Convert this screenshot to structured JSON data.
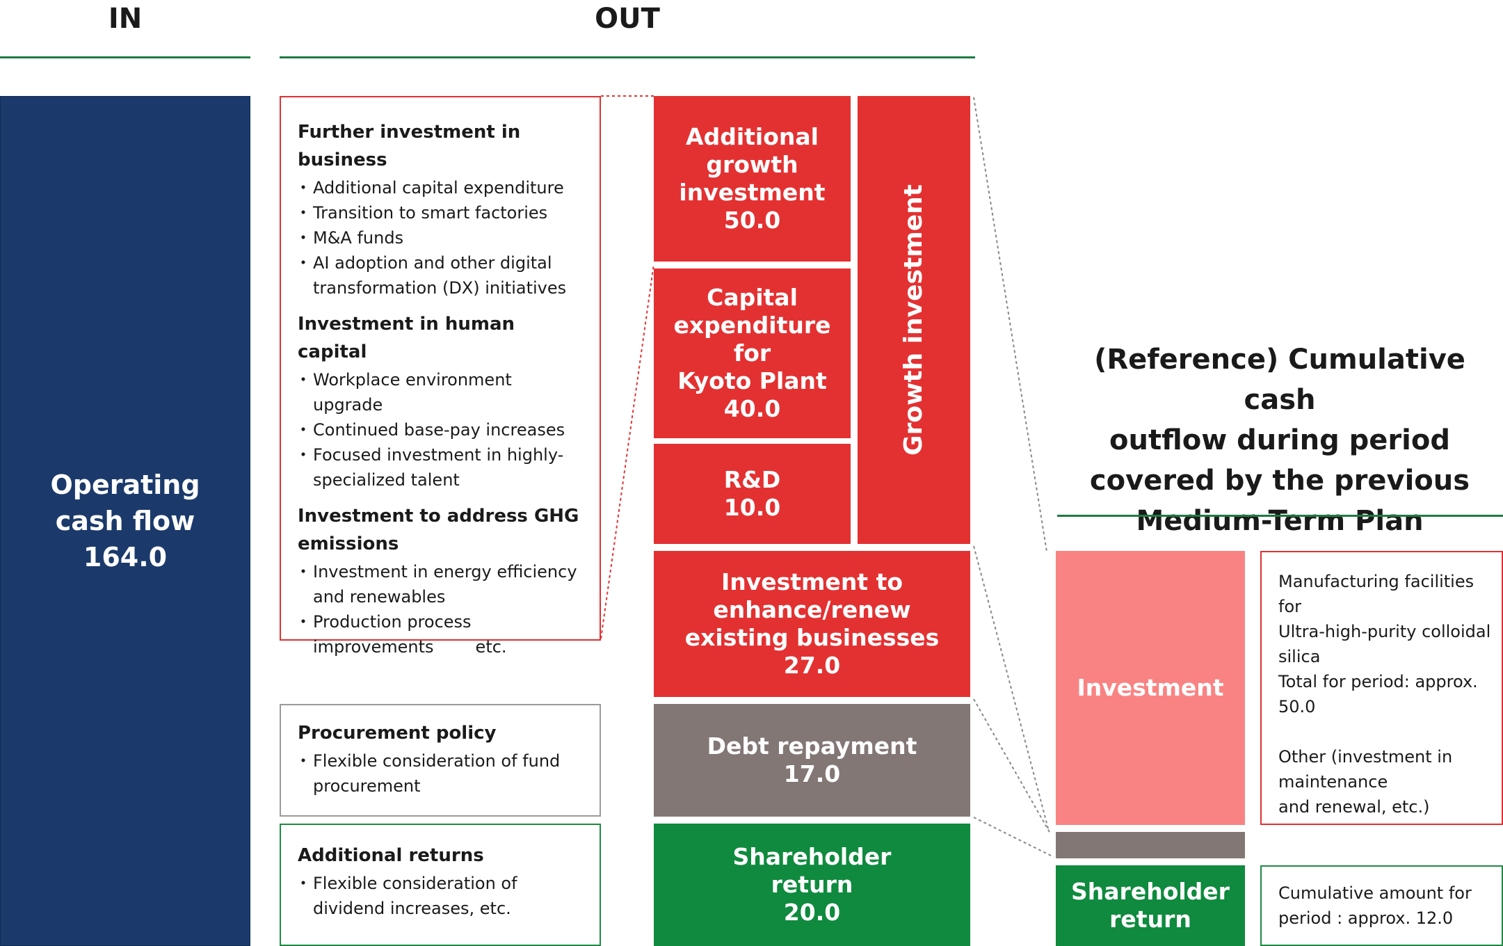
{
  "headers": {
    "in": "IN",
    "out": "OUT"
  },
  "operating_cash_flow": {
    "label": "Operating\ncash flow\n164.0",
    "value": 164.0
  },
  "out_blocks": {
    "additional_growth": {
      "label": "Additional\ngrowth\ninvestment\n50.0",
      "value": 50.0
    },
    "kyoto_plant": {
      "label": "Capital\nexpenditure\nfor\nKyoto Plant\n40.0",
      "value": 40.0
    },
    "rd": {
      "label": "R&D\n10.0",
      "value": 10.0
    },
    "growth_investment": {
      "label": "Growth investment"
    },
    "enhance_renew": {
      "label": "Investment to\nenhance/renew\nexisting businesses\n27.0",
      "value": 27.0
    },
    "debt_repayment": {
      "label": "Debt repayment\n17.0",
      "value": 17.0
    },
    "shareholder_return": {
      "label": "Shareholder\nreturn\n20.0",
      "value": 20.0
    }
  },
  "detail_panel": {
    "sections": [
      {
        "title": "Further investment in business",
        "items": [
          "Additional capital expenditure",
          "Transition to smart factories",
          "M&A funds",
          "AI adoption and other digital transformation (DX) initiatives"
        ]
      },
      {
        "title": "Investment in human capital",
        "items": [
          "Workplace environment upgrade",
          "Continued base-pay increases",
          "Focused investment in highly-specialized talent"
        ]
      },
      {
        "title": "Investment to address GHG emissions",
        "items": [
          "Investment in energy efficiency and renewables",
          "Production process improvements"
        ]
      }
    ],
    "etc": "etc."
  },
  "procurement": {
    "title": "Procurement policy",
    "items": [
      "Flexible consideration of fund procurement"
    ]
  },
  "additional_returns": {
    "title": "Additional returns",
    "items": [
      "Flexible consideration of dividend increases, etc."
    ]
  },
  "reference": {
    "title": "(Reference) Cumulative cash\noutflow during period\ncovered by the previous\nMedium-Term Plan",
    "investment_label": "Investment",
    "shareholder_label": "Shareholder\nreturn",
    "investment_note": "Manufacturing facilities for\nUltra-high-purity colloidal\nsilica\nTotal for period: approx.\n50.0\n\nOther (investment in\nmaintenance\nand renewal, etc.)",
    "shareholder_note": "Cumulative amount for\nperiod : approx. 12.0"
  },
  "colors": {
    "navy": "#1b3a6b",
    "red": "#e33132",
    "pink": "#f98383",
    "grey": "#827775",
    "green": "#0f8a3e",
    "rule": "#1e7a42"
  }
}
